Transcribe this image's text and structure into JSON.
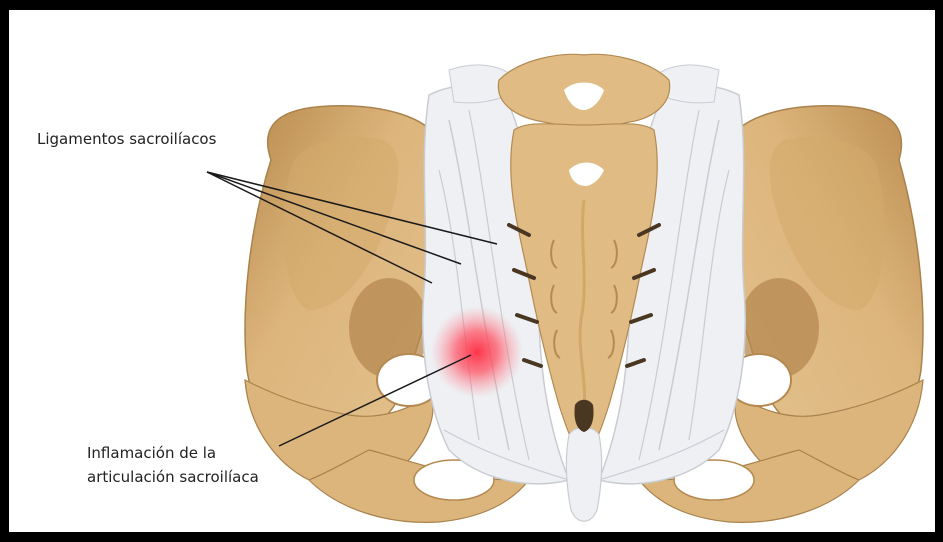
{
  "labels": {
    "ligaments": "Ligamentos sacroilíacos",
    "inflammation_line1": "Inflamación de la",
    "inflammation_line2": "articulación sacroilíaca"
  },
  "colors": {
    "bone": "#e0bb83",
    "bone_shadow": "#c89a5c",
    "bone_dark": "#a77a44",
    "ligament": "#eef0f3",
    "ligament_line": "#c9ccd2",
    "inflammation": "#ff3b4e",
    "frame": "#000000",
    "background": "#ffffff",
    "leader": "#1a1a1a"
  }
}
